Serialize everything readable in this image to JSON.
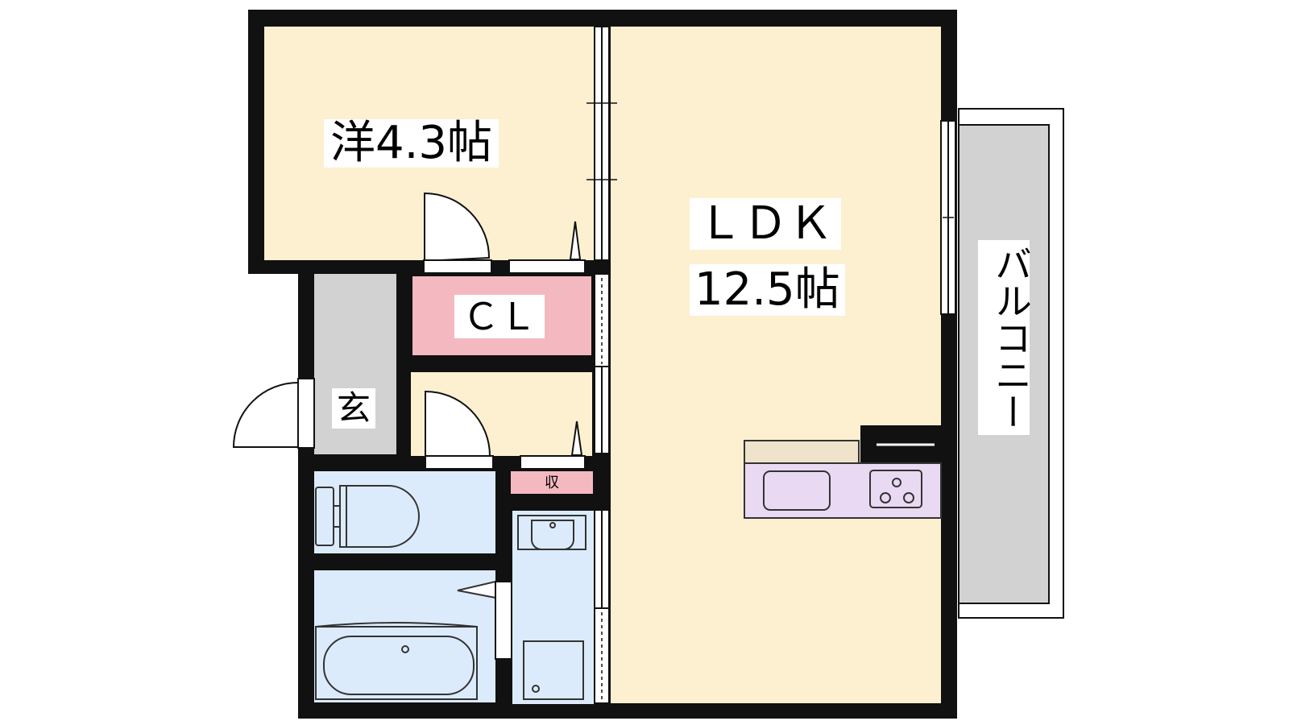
{
  "rooms": {
    "western": {
      "name": "洋4.3帖"
    },
    "ldk": {
      "name": "ＬＤＫ",
      "size": "12.5帖"
    },
    "closet": {
      "name": "ＣＬ"
    },
    "entrance": {
      "name": "玄"
    },
    "storage": {
      "name": "収"
    },
    "balcony": {
      "name": "バルコニー"
    }
  },
  "colors": {
    "wall": "#111111",
    "room_floor": "#fdf0d0",
    "closet": "#f4b9c0",
    "entrance": "#d2d2d2",
    "wet_area": "#dcebfb",
    "kitchen": "#ead9f2",
    "counter": "#efe3cb",
    "balcony": "#d2d2d2"
  }
}
